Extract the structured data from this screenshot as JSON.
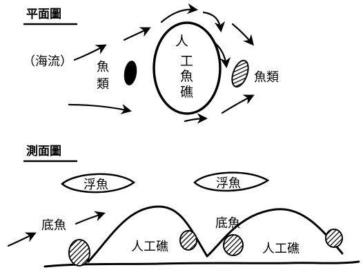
{
  "plan_view": {
    "title": "平面圖",
    "current_label": "（海流）",
    "reef_chars": [
      "人",
      "工",
      "魚",
      "礁"
    ],
    "fish_left_chars": [
      "魚",
      "類"
    ],
    "fish_right_label": "魚類"
  },
  "side_view": {
    "title": "測面圖",
    "floating_fish_left": "浮魚",
    "floating_fish_right": "浮魚",
    "bottom_fish_left": "底魚",
    "bottom_fish_middle": "底魚",
    "reef_left_label": "人工礁",
    "reef_right_label": "人工礁"
  },
  "colors": {
    "ink": "#000000",
    "paper": "#ffffff"
  }
}
